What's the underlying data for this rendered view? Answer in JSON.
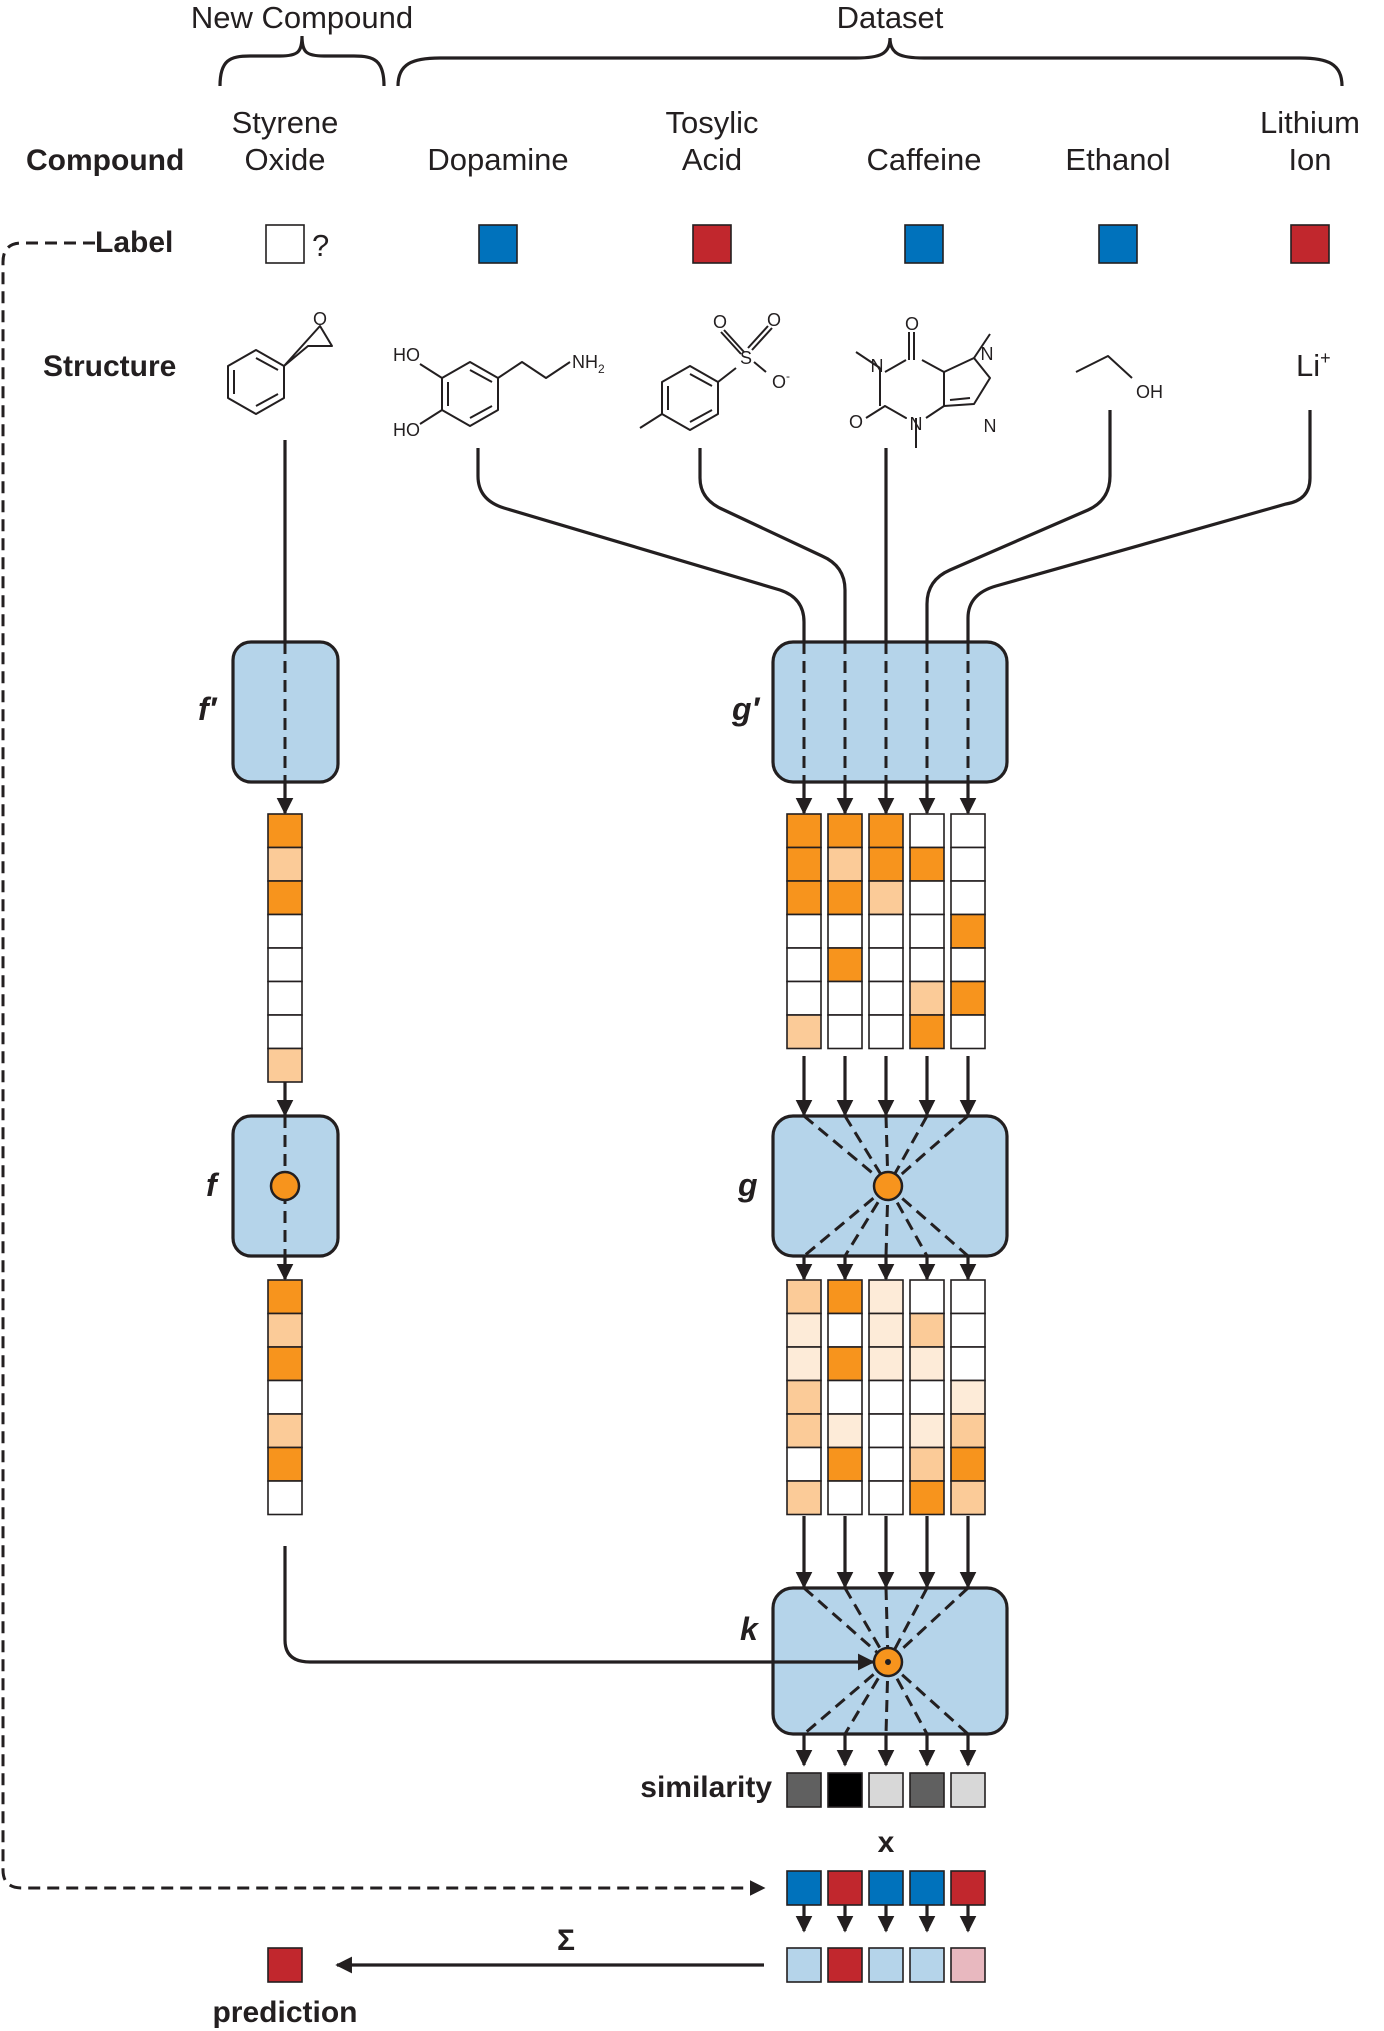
{
  "colors": {
    "box_fill": "#b5d4ea",
    "orange": "#f7941d",
    "orange_mid": "#fbcb98",
    "orange_light": "#fdebd8",
    "label_blue": "#0072bc",
    "label_red": "#c1272d",
    "pred_blue": "#b5d4ea",
    "pred_red": "#e8b8bf",
    "node_dot": "#f7941d"
  },
  "groups": {
    "new_compound": "New Compound",
    "dataset": "Dataset"
  },
  "rows": {
    "compound": "Compound",
    "label": "Label",
    "structure": "Structure"
  },
  "compounds": [
    {
      "line1": "Styrene",
      "line2": "Oxide",
      "label": "unknown",
      "label_text": "?"
    },
    {
      "line1": "",
      "line2": "Dopamine",
      "label": "blue"
    },
    {
      "line1": "Tosylic",
      "line2": "Acid",
      "label": "red"
    },
    {
      "line1": "",
      "line2": "Caffeine",
      "label": "blue"
    },
    {
      "line1": "",
      "line2": "Ethanol",
      "label": "blue"
    },
    {
      "line1": "Lithium",
      "line2": "Ion",
      "label": "red"
    }
  ],
  "structure_labels": {
    "ho1": "HO",
    "ho2": "HO",
    "nh": "NH",
    "nh_sub": "2",
    "s": "S",
    "o1": "O",
    "o2": "O",
    "o_minus": "O",
    "caf_o1": "O",
    "caf_o2": "O",
    "caf_n1": "N",
    "caf_n2": "N",
    "caf_n3": "N",
    "caf_n4": "N",
    "oh": "OH",
    "li": "Li"
  },
  "functions": {
    "f_prime": "f′",
    "g_prime": "g′",
    "f": "f",
    "g": "g",
    "k": "k"
  },
  "labels": {
    "similarity": "similarity",
    "x": "x",
    "sigma": "Σ",
    "prediction": "prediction"
  },
  "embeddings": {
    "new_first": [
      3,
      2,
      3,
      0,
      0,
      0,
      0,
      2
    ],
    "new_second": [
      3,
      2,
      3,
      0,
      2,
      3,
      0
    ],
    "dataset_first": [
      [
        3,
        3,
        3,
        0,
        0,
        0,
        2
      ],
      [
        3,
        2,
        3,
        0,
        3,
        0,
        0
      ],
      [
        3,
        3,
        2,
        0,
        0,
        0,
        0
      ],
      [
        0,
        3,
        0,
        0,
        0,
        2,
        3
      ],
      [
        0,
        0,
        0,
        3,
        0,
        3,
        0
      ]
    ],
    "dataset_second": [
      [
        2,
        1,
        1,
        2,
        2,
        0,
        2
      ],
      [
        3,
        0,
        3,
        0,
        1,
        3,
        0
      ],
      [
        1,
        1,
        1,
        0,
        0,
        0,
        0
      ],
      [
        0,
        2,
        1,
        0,
        1,
        2,
        3
      ],
      [
        0,
        0,
        0,
        1,
        2,
        3,
        2
      ]
    ]
  },
  "similarity_values": [
    0.6,
    1.0,
    0.1,
    0.6,
    0.1
  ],
  "x_labels": [
    "blue",
    "red",
    "blue",
    "blue",
    "red"
  ],
  "weighted_labels": [
    "blue",
    "red",
    "blue",
    "blue",
    "red"
  ],
  "prediction_label": "red"
}
